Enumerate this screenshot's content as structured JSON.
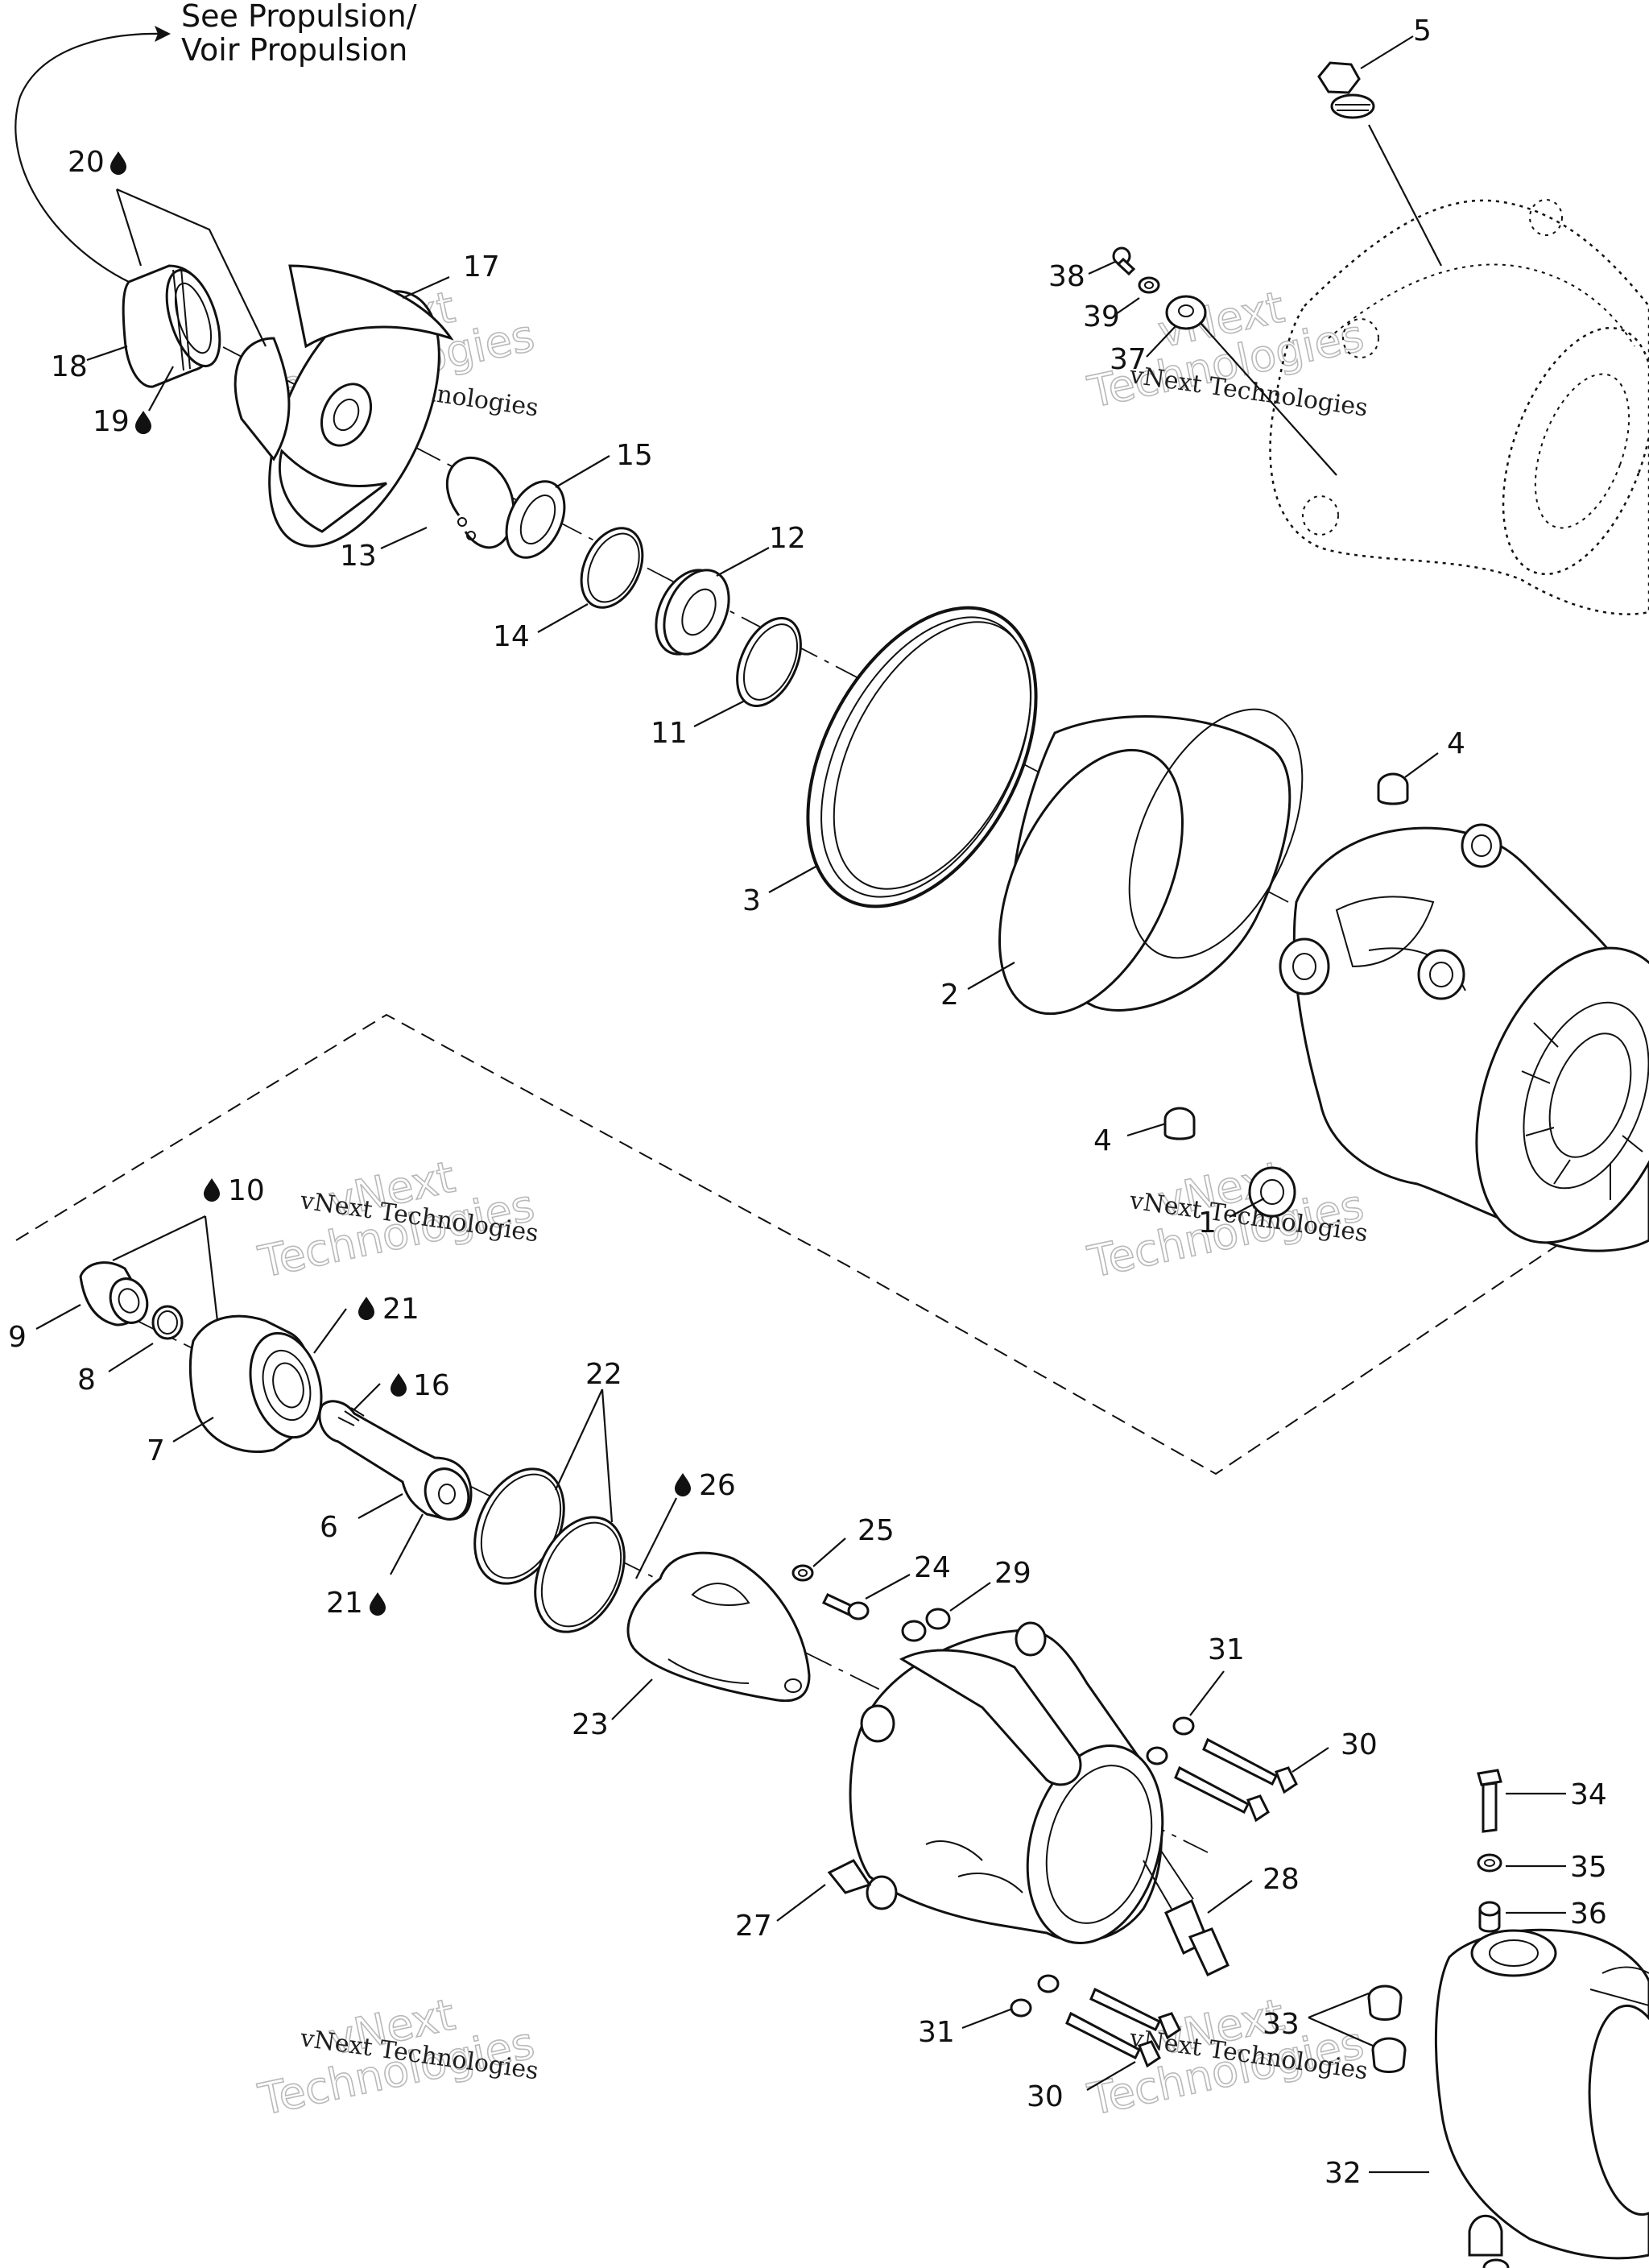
{
  "note": {
    "line1": "See Propulsion/",
    "line2": "Voir Propulsion"
  },
  "watermark": {
    "line1": "vNext Technologies",
    "line2": "vNext",
    "line3": "Technologies"
  },
  "callouts": {
    "c1": "1",
    "c2": "2",
    "c3": "3",
    "c4a": "4",
    "c4b": "4",
    "c5": "5",
    "c6": "6",
    "c7": "7",
    "c8": "8",
    "c9": "9",
    "c10": "10",
    "c11": "11",
    "c12": "12",
    "c13": "13",
    "c14": "14",
    "c15": "15",
    "c16": "16",
    "c17": "17",
    "c18": "18",
    "c19": "19",
    "c20": "20",
    "c21a": "21",
    "c21b": "21",
    "c22": "22",
    "c23": "23",
    "c24": "24",
    "c25": "25",
    "c26": "26",
    "c27": "27",
    "c28": "28",
    "c29": "29",
    "c30a": "30",
    "c30b": "30",
    "c31a": "31",
    "c31b": "31",
    "c32": "32",
    "c33": "33",
    "c34": "34",
    "c35": "35",
    "c36": "36",
    "c37": "37",
    "c38": "38",
    "c39": "39"
  },
  "icons": {
    "lubricant": "lubricant-drop-icon"
  }
}
